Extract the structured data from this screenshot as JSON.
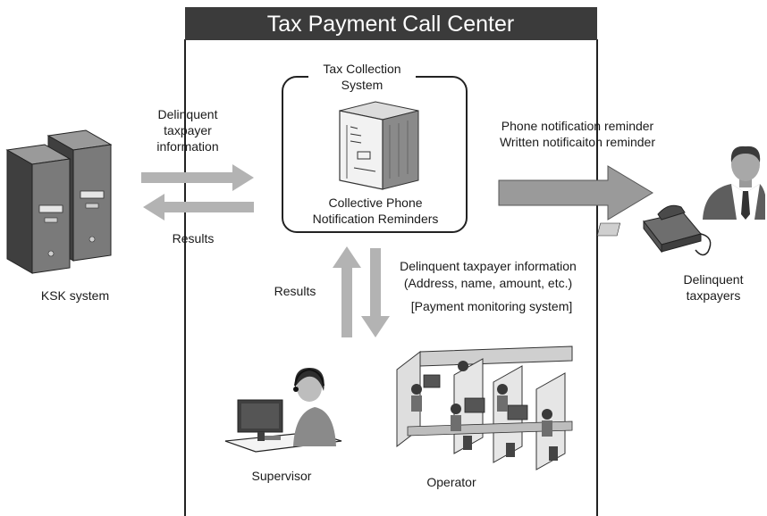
{
  "header": {
    "title": "Tax Payment Call Center"
  },
  "tax_system": {
    "title_line1": "Tax Collection",
    "title_line2": "System",
    "caption_line1": "Collective Phone",
    "caption_line2": "Notification Reminders"
  },
  "ksk": {
    "label": "KSK system",
    "out_line1": "Delinquent",
    "out_line2": "taxpayer",
    "out_line3": "information",
    "return_label": "Results"
  },
  "notifications": {
    "line1": "Phone notification reminder",
    "line2": "Written notificaiton reminder"
  },
  "taxpayers": {
    "line1": "Delinquent",
    "line2": "taxpayers"
  },
  "center": {
    "results_label": "Results",
    "info_line1": "Delinquent taxpayer information",
    "info_line2": "(Address, name, amount, etc.)",
    "info_line3": "[Payment monitoring system]"
  },
  "people": {
    "supervisor": "Supervisor",
    "operator": "Operator"
  },
  "colors": {
    "header_bg": "#3b3b3b",
    "arrow": "#b3b3b3",
    "arrow_big": "#9a9a9a",
    "server": "#6e6e6e"
  }
}
